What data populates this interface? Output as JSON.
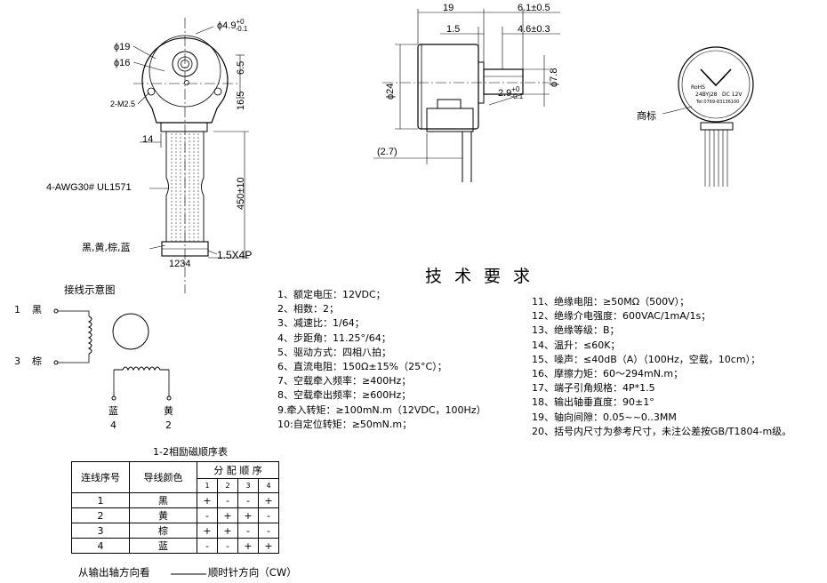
{
  "drawing_labels": {
    "shaft_dia": "ϕ4.9",
    "shaft_tol_upper": "+0",
    "shaft_tol_lower": "-0.1",
    "dia_19": "ϕ19",
    "dia_16": "ϕ16",
    "screw": "2-M2.5",
    "dim_6_5": "6.5",
    "dim_16_5": "16.5",
    "dim_14": "14",
    "dim_450": "450±10",
    "wire_spec": "4-AWG30# UL1571",
    "wire_colors": "黑,黄,棕,蓝",
    "pin_numbers": "1234",
    "connector_pitch": "1.5X4P",
    "len_19": "19",
    "len_1_5": "1.5",
    "len_6_1": "6.1±0.5",
    "len_4_6": "4.6±0.3",
    "dia_24": "ϕ24",
    "dia_7_8": "ϕ7.8",
    "flat_2_9": "2.9",
    "flat_tol_upper": "+0",
    "flat_tol_lower": "-0.1",
    "dim_2_7": "(2.7)",
    "trademark_label": "商标"
  },
  "wiring": {
    "title": "接线示意图",
    "label_1": "1",
    "label_1_color": "黑",
    "label_3": "3",
    "label_3_color": "棕",
    "label_4_color": "蓝",
    "label_4": "4",
    "label_2_color": "黄",
    "label_2": "2"
  },
  "requirements": {
    "title": "技术要求",
    "left": [
      "1、额定电压：12VDC；",
      "2、相数：2；",
      "3、减速比：1/64；",
      "4、步距角：11.25°/64；",
      "5、驱动方式：四相八拍；",
      "6、直流电阻：150Ω±15%（25°C）；",
      "7、空载牵入频率：≥400Hz；",
      "8、空载牵出频率：≥600Hz；",
      "9.牵入转矩：≥100mN.m（12VDC，100Hz）",
      "10:自定位转矩：≥50mN.m；"
    ],
    "right": [
      "11、绝缘电阻：≥50MΩ（500V）；",
      "12、绝缘介电强度：600VAC/1mA/1s；",
      "13、绝缘等级：B；",
      "14、温升：≤60K；",
      "15、噪声：≤40dB（A）（100Hz，空载，10cm）；",
      "16、摩擦力矩：60～294mN.m；",
      "17、端子引角规格：4P*1.5",
      "18、输出轴垂直度：90±1°",
      "19、轴向间隙：0.05~~0..3MM",
      "20、括号内尺寸为参考尺寸，未注公差按GB/T1804-m级。"
    ]
  },
  "sequence_table": {
    "caption": "1-2相励磁顺序表",
    "col_seq": "连线序号",
    "col_color": "导线颜色",
    "col_dist": "分 配 顺 序",
    "steps": [
      "1",
      "2",
      "3",
      "4"
    ],
    "rows": [
      {
        "seq": "1",
        "color": "黑",
        "cells": [
          "+",
          "-",
          "-",
          "+"
        ]
      },
      {
        "seq": "2",
        "color": "黄",
        "cells": [
          "-",
          "+",
          "+",
          "-"
        ]
      },
      {
        "seq": "3",
        "color": "棕",
        "cells": [
          "+",
          "+",
          "-",
          "-"
        ]
      },
      {
        "seq": "4",
        "color": "蓝",
        "cells": [
          "-",
          "-",
          "+",
          "+"
        ]
      }
    ]
  },
  "footer": {
    "left": "从输出轴方向看",
    "right": "顺时针方向（CW）"
  }
}
